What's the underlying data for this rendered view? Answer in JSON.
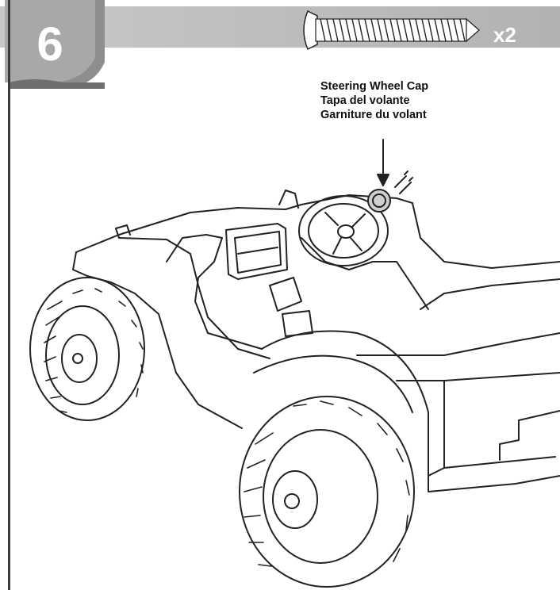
{
  "step": {
    "number": "6"
  },
  "hardware": {
    "quantity": "x2",
    "icon": "screw-icon"
  },
  "callout": {
    "lines": [
      "Steering Wheel Cap",
      "Tapa del volante",
      "Garniture du volant"
    ]
  },
  "colors": {
    "band": "#bdbdbd",
    "badge": "#9a9a9a",
    "line": "#222222"
  }
}
